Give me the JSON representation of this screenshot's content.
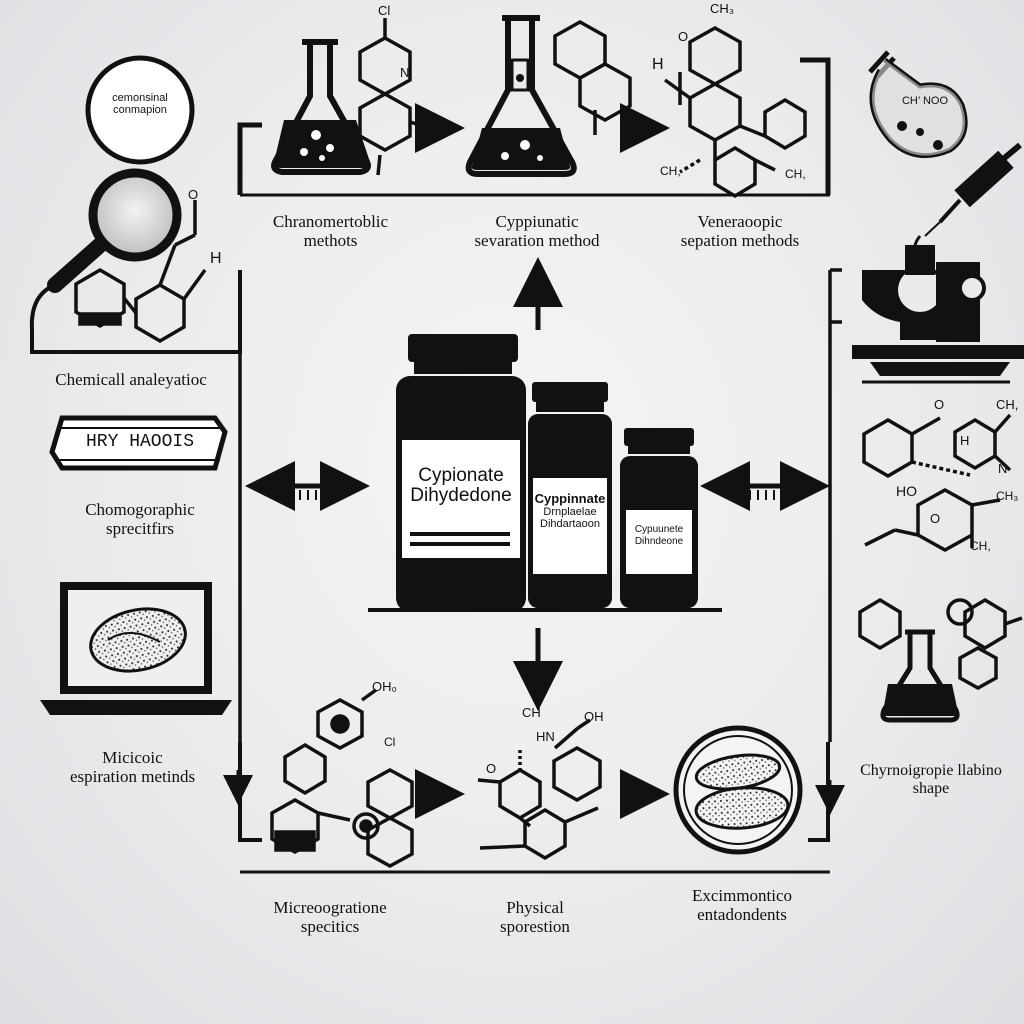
{
  "top_labels": [
    {
      "line1": "Chranomertoblic",
      "line2": "methots"
    },
    {
      "line1": "Cyppiunatic",
      "line2": "sevaration method"
    },
    {
      "line1": "Veneraoopic",
      "line2": "sepation methods"
    }
  ],
  "left_labels": {
    "circle_line1": "cemonsinal",
    "circle_line2": "conmapion",
    "chemical": "Chemicall analeyatioc",
    "banner": "HRY HAOOIS",
    "chromo_line1": "Chomogoraphic",
    "chromo_line2": "sprecitfirs",
    "micro_line1": "Micicoic",
    "micro_line2": "espiration metinds"
  },
  "bottom_labels": [
    {
      "line1": "Micreoogratione",
      "line2": "specitics"
    },
    {
      "line1": "Physical",
      "line2": "sporestion"
    },
    {
      "line1": "Excimmontico",
      "line2": "entadondents"
    }
  ],
  "right_labels": {
    "flask_line1": "CH’ NOO",
    "chrom_line1": "Chyrnoigropie llabino",
    "chrom_line2": "shape"
  },
  "bottles": {
    "large_line1": "Cypionate",
    "large_line2": "Dihydedone",
    "medium_line1": "Cyppinnate",
    "medium_line2": "Drnplaelae",
    "medium_line3": "Dihdartaoon",
    "small_line1": "Cypuunete",
    "small_line2": "Dihndeone"
  },
  "molecule_atoms": {
    "top1_a": "Cl",
    "top1_b": "N",
    "top3_a": "H",
    "top3_b": "O",
    "top3_c": "CH₃",
    "top3_d": "CH,",
    "top3_e": "CH,",
    "left_a": "O",
    "left_b": "H",
    "right1_a": "O",
    "right1_b": "CH,",
    "right1_c": "H",
    "right1_d": "N",
    "right2_a": "HO",
    "right2_b": "O",
    "right2_c": "CH₃",
    "right2_d": "CH,",
    "bottom1_a": "OH₀",
    "bottom1_b": "Cl",
    "bottom2_a": "CH",
    "bottom2_b": "HN",
    "bottom2_c": "OH",
    "bottom2_d": "O"
  }
}
